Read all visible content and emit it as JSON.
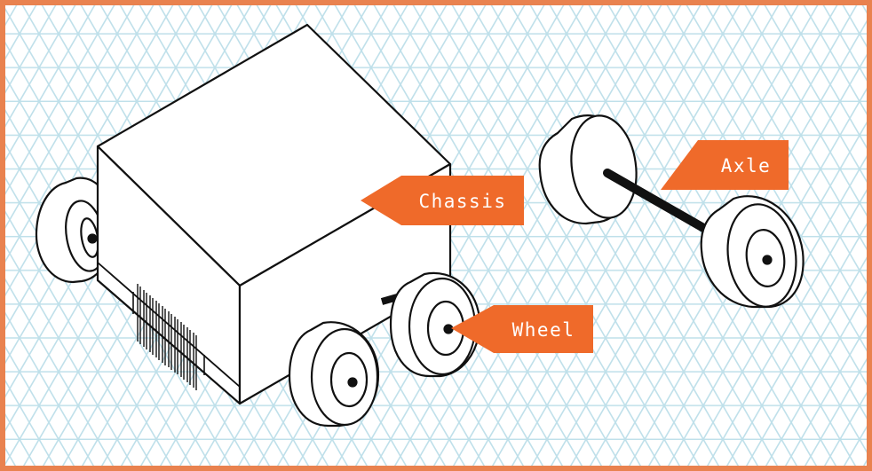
{
  "labels": {
    "chassis": "Chassis",
    "axle": "Axle",
    "wheel": "Wheel"
  },
  "colors": {
    "frame": "#e9824f",
    "label_bg": "#ef6a2a",
    "grid": "#bfe0ea",
    "outline": "#111111"
  }
}
